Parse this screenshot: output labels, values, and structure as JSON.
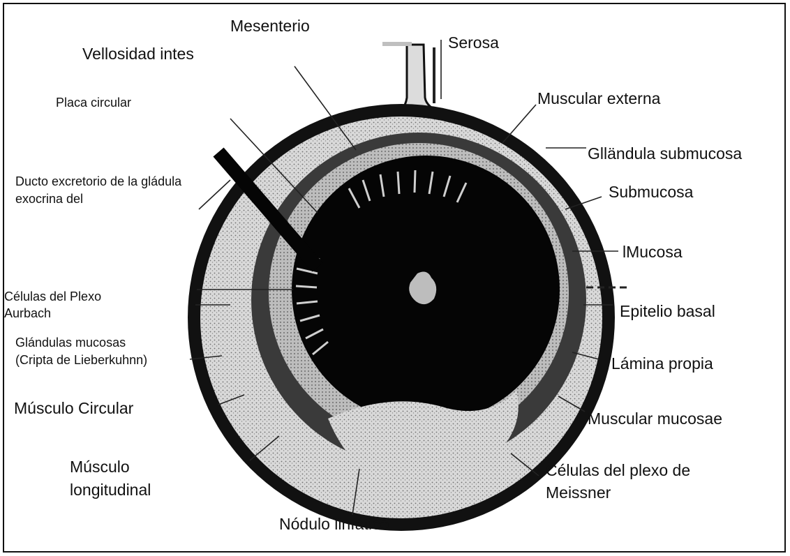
{
  "labels": {
    "mesenterio": "Mesenterio",
    "serosa": "Serosa",
    "vellosidad": "Vellosidad intes",
    "placa": "Placa circular",
    "muscular_externa": "Muscular externa",
    "glandula_submucosa": "Glländula submucosa",
    "ducto": "Ducto excretorio de la gládula exocrina del",
    "submucosa": "Submucosa",
    "mucosa": "lMucosa",
    "celulas_aurbach": "Células del Plexo Aurbach",
    "epitelio": "Epitelio basal",
    "glandulas_mucosas": "Glándulas mucosas (Cripta de Lieberkuhnn)",
    "lamina_propia": "Lámina propia",
    "musculo_circular": "Músculo Circular",
    "muscular_mucosae": "Muscular mucosae",
    "musculo_longitudinal": "Músculo longitudinal",
    "celulas_meissner": "Células del plexo de Meissner",
    "nodulo": "Nódulo linfático"
  },
  "colors": {
    "outer_wall": "#111111",
    "muscle_band": "#d6d6d6",
    "submucosa_band": "#3a3a3a",
    "lumen": "#050505",
    "lumen_spot": "#bdbdbd",
    "mesentery": "#dcdcdc"
  }
}
